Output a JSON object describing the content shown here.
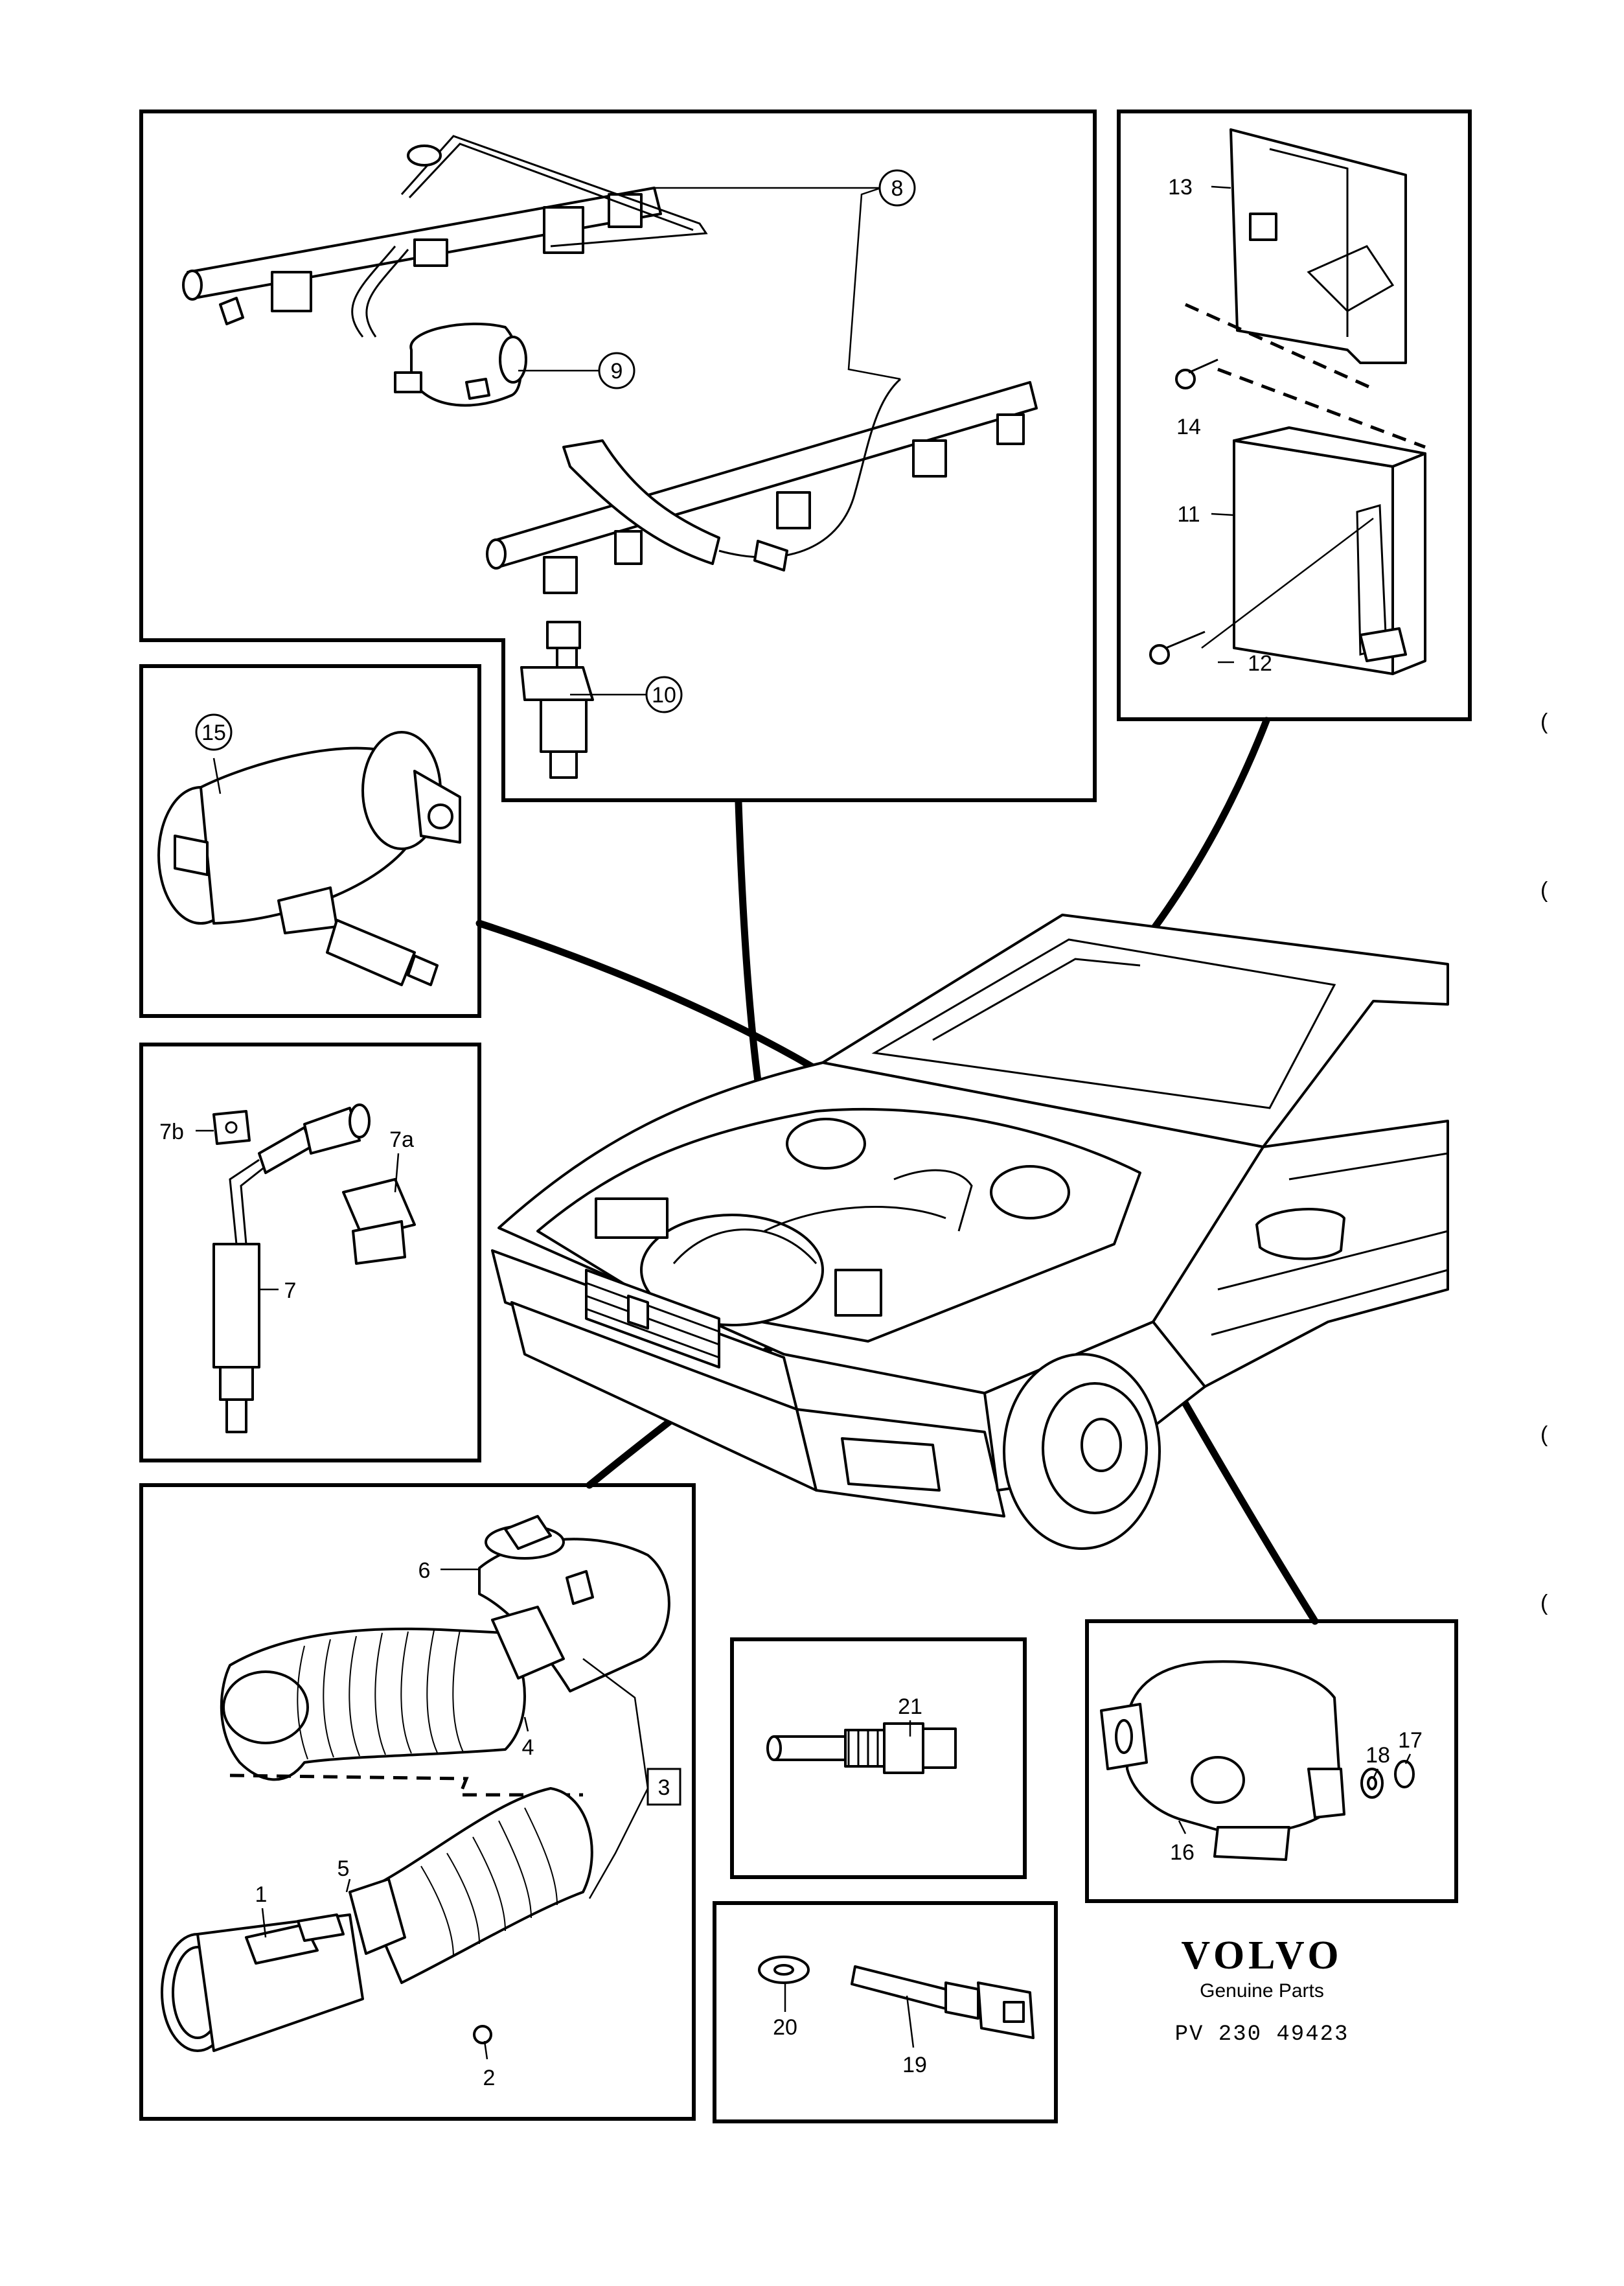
{
  "diagram": {
    "callouts": {
      "c1": "1",
      "c2": "2",
      "c3": "3",
      "c4": "4",
      "c5": "5",
      "c6": "6",
      "c7": "7",
      "c7a": "7a",
      "c7b": "7b",
      "c8": "8",
      "c9": "9",
      "c10": "10",
      "c11": "11",
      "c12": "12",
      "c13": "13",
      "c14": "14",
      "c15": "15",
      "c16": "16",
      "c17": "17",
      "c18": "18",
      "c19": "19",
      "c20": "20",
      "c21": "21"
    },
    "brand": {
      "logo_text": "VOLVO",
      "tagline": "Genuine Parts",
      "reference": "PV 230 49423"
    },
    "margin_marks": [
      "(",
      "(",
      "(",
      "("
    ]
  }
}
